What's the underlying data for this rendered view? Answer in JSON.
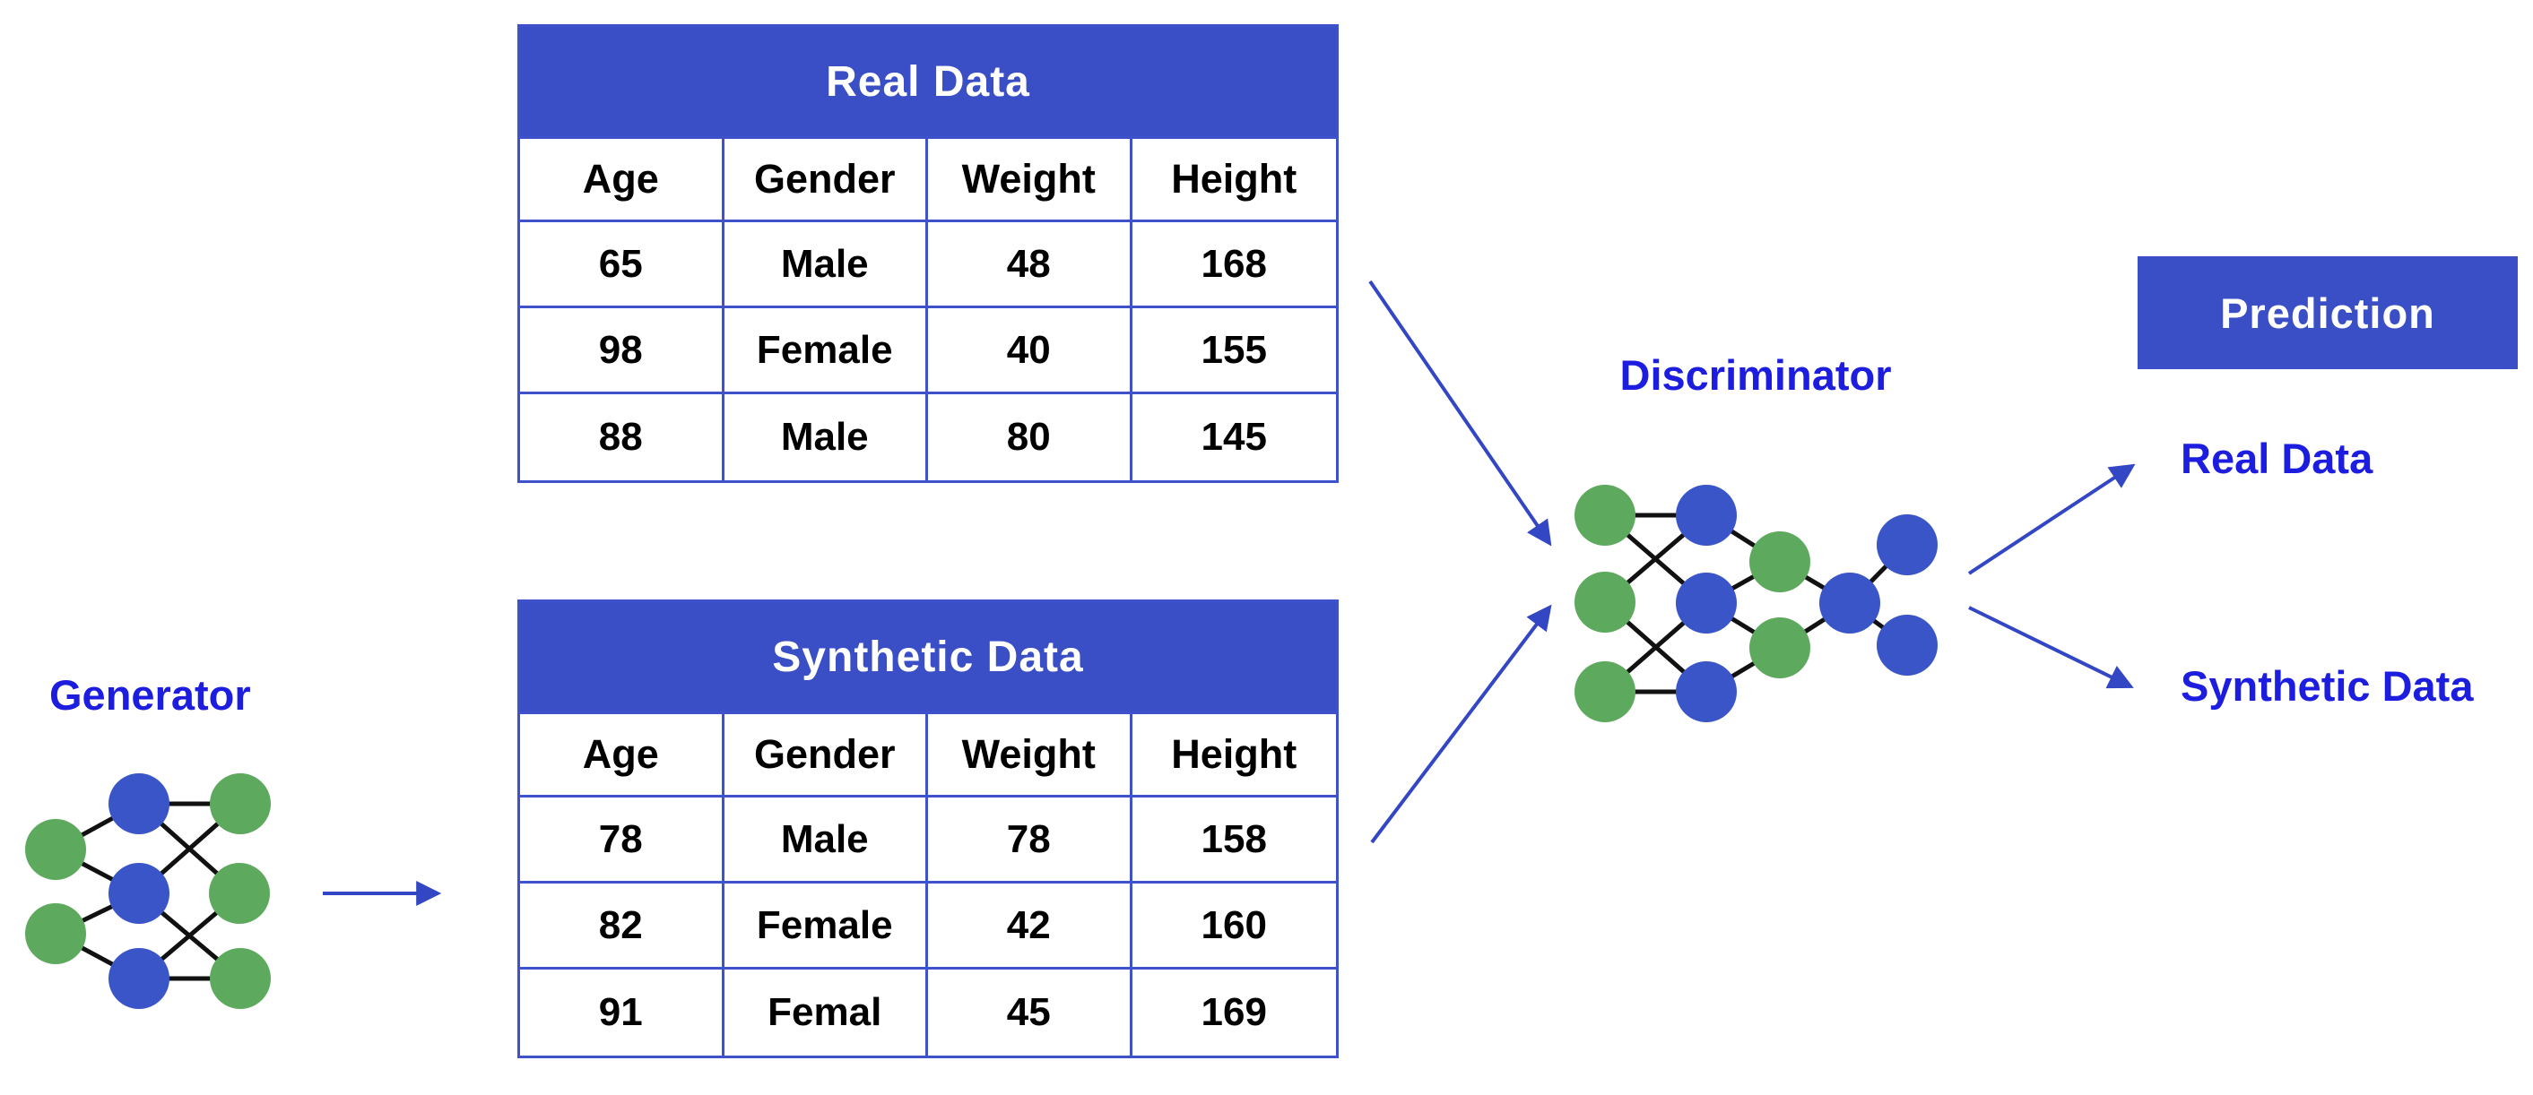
{
  "diagram": {
    "labels": {
      "generator": "Generator",
      "discriminator": "Discriminator",
      "prediction": "Prediction",
      "real_output": "Real Data",
      "synthetic_output": "Synthetic Data"
    },
    "tables": {
      "real": {
        "title": "Real Data",
        "columns": [
          "Age",
          "Gender",
          "Weight",
          "Height"
        ],
        "rows": [
          [
            "65",
            "Male",
            "48",
            "168"
          ],
          [
            "98",
            "Female",
            "40",
            "155"
          ],
          [
            "88",
            "Male",
            "80",
            "145"
          ]
        ]
      },
      "synthetic": {
        "title": "Synthetic Data",
        "columns": [
          "Age",
          "Gender",
          "Weight",
          "Height"
        ],
        "rows": [
          [
            "78",
            "Male",
            "78",
            "158"
          ],
          [
            "82",
            "Female",
            "42",
            "160"
          ],
          [
            "91",
            "Femal",
            "45",
            "169"
          ]
        ]
      }
    },
    "colors": {
      "header_blue": "#3A4FC5",
      "table_border_blue": "#3E53CB",
      "node_blue": "#3A55C8",
      "node_green": "#5DA95D",
      "label_blue": "#1D1DDF",
      "arrow_blue": "#3347C4",
      "edge_black": "#111111",
      "cell_text": "#000000",
      "background": "#FFFFFF"
    }
  }
}
